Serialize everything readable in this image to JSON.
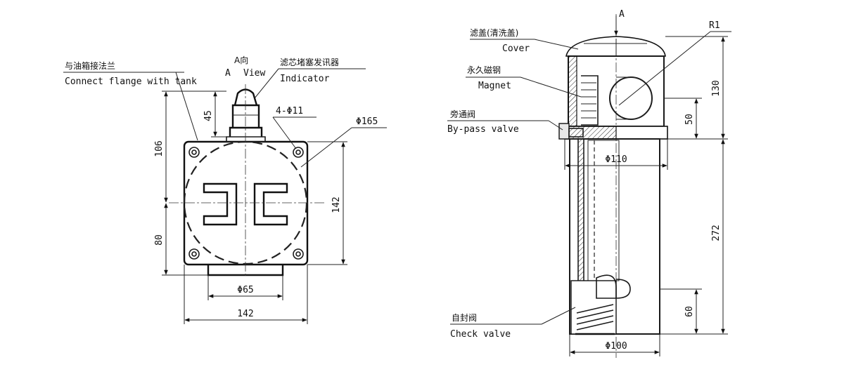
{
  "left_view": {
    "label_flange_cn": "与油箱接法兰",
    "label_flange_en": "Connect flange with tank",
    "label_view_cn": "A向",
    "label_view_en_a": "A",
    "label_view_en_view": "View",
    "label_indicator_cn": "滤芯堵塞发讯器",
    "label_indicator_en": "Indicator",
    "dim_holes": "4-Φ11",
    "dim_phi165": "Φ165",
    "dim_45": "45",
    "dim_106": "106",
    "dim_80": "80",
    "dim_142_v": "142",
    "dim_phi65": "Φ65",
    "dim_142_h": "142"
  },
  "right_view": {
    "label_a": "A",
    "label_cover_cn": "滤盖(清洗盖)",
    "label_cover_en": "Cover",
    "label_magnet_cn": "永久磁钢",
    "label_magnet_en": "Magnet",
    "label_bypass_cn": "旁通阀",
    "label_bypass_en": "By-pass valve",
    "label_check_cn": "自封阀",
    "label_check_en": "Check valve",
    "dim_r1": "R1",
    "dim_130": "130",
    "dim_50": "50",
    "dim_phi110": "Φ110",
    "dim_272": "272",
    "dim_60": "60",
    "dim_phi100": "Φ100"
  }
}
